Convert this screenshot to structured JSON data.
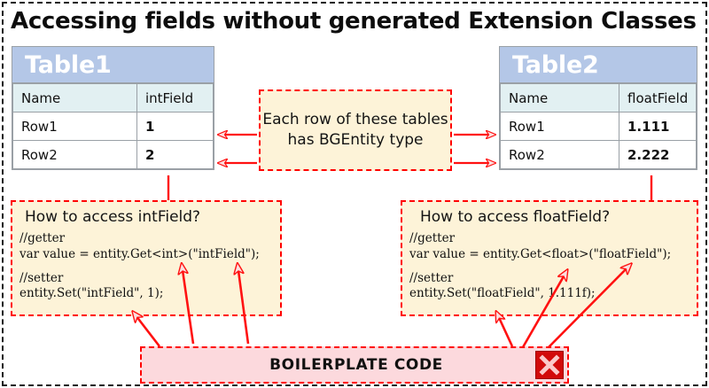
{
  "diagram": {
    "title": "Accessing fields without generated Extension Classes",
    "accent_red": "#ff0000",
    "note_bg": "#fdf3d8",
    "table_header_blue": "#b4c7e7",
    "banner_bg": "#fcd9dd",
    "x_icon_bg": "#d20a0a"
  },
  "table1": {
    "caption": "Table1",
    "columns": [
      "Name",
      "intField"
    ],
    "rows": [
      {
        "name": "Row1",
        "value": "1"
      },
      {
        "name": "Row2",
        "value": "2"
      }
    ]
  },
  "table2": {
    "caption": "Table2",
    "columns": [
      "Name",
      "floatField"
    ],
    "rows": [
      {
        "name": "Row1",
        "value": "1.111"
      },
      {
        "name": "Row2",
        "value": "2.222"
      }
    ]
  },
  "center_note": {
    "text": "Each row of these tables has BGEntity type"
  },
  "code_left": {
    "question": "How to access intField?",
    "getter_comment": "//getter",
    "getter": "var value = entity.Get<int>(\"intField\");",
    "setter_comment": "//setter",
    "setter": "entity.Set(\"intField\", 1);"
  },
  "code_right": {
    "question": "How to access floatField?",
    "getter_comment": "//getter",
    "getter": "var value = entity.Get<float>(\"floatField\");",
    "setter_comment": "//setter",
    "setter": "entity.Set(\"floatField\", 1.111f);"
  },
  "banner": {
    "label": "BOILERPLATE CODE",
    "icon": "x-cross-icon"
  }
}
